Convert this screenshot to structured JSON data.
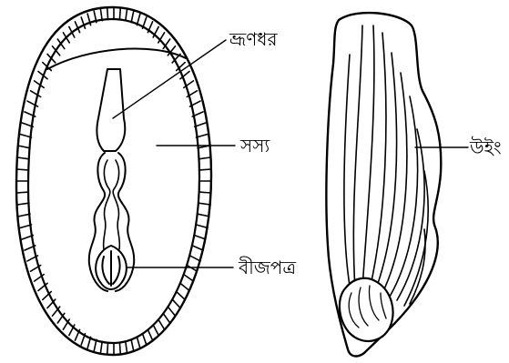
{
  "labels": {
    "embryo": "ভ্রূণধর",
    "endosperm": "সস্য",
    "cotyledon": "বীজপত্র",
    "wing": "উইং"
  },
  "colors": {
    "ink": "#000000",
    "background": "#ffffff"
  }
}
